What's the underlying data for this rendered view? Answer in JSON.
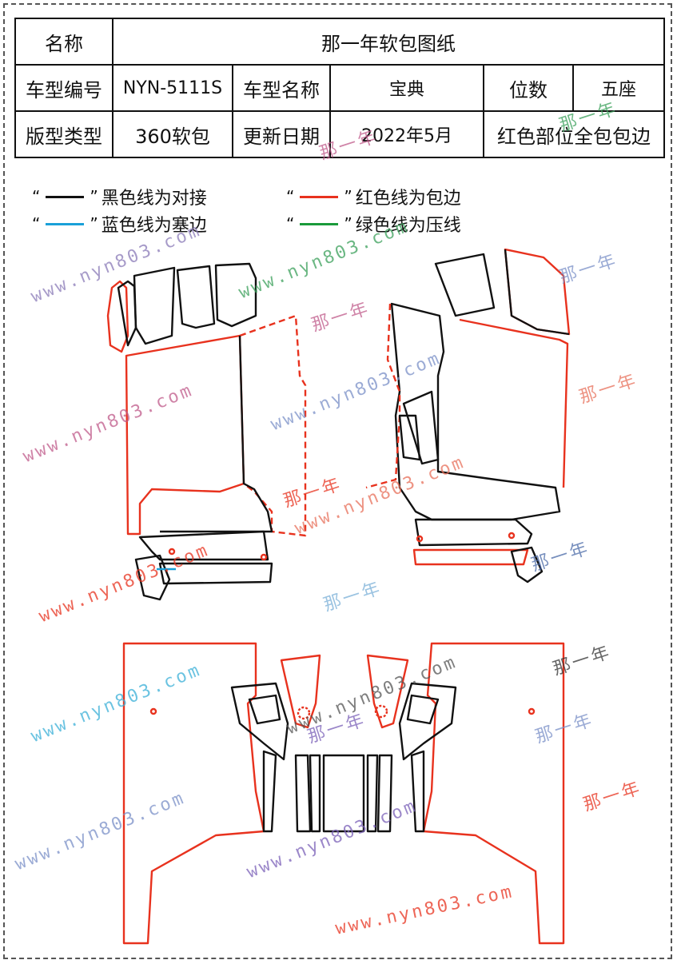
{
  "table": {
    "row1": {
      "label": "名称",
      "value": "那一年软包图纸"
    },
    "row2": {
      "l1": "车型编号",
      "v1": "NYN-5111S",
      "l2": "车型名称",
      "v2": "宝典",
      "l3": "位数",
      "v3": "五座"
    },
    "row3": {
      "l1": "版型类型",
      "v1": "360软包",
      "l2": "更新日期",
      "v2": "2022年5月",
      "v3": "红色部位全包包边"
    }
  },
  "legend": [
    {
      "open": "“",
      "close": "”",
      "text": "黑色线为对接",
      "color": "#111111"
    },
    {
      "open": "“",
      "close": "”",
      "text": "红色线为包边",
      "color": "#e8321e"
    },
    {
      "open": "“",
      "close": "”",
      "text": "蓝色线为塞边",
      "color": "#1aa0d8"
    },
    {
      "open": "“",
      "close": "”",
      "text": "绿色线为压线",
      "color": "#1a9a3a"
    }
  ],
  "watermarks": {
    "url": "www.nyn803.com",
    "brand": "那一年"
  },
  "colors": {
    "black": "#111111",
    "red": "#e8321e",
    "blue": "#1aa0d8",
    "green": "#1a9a3a"
  }
}
